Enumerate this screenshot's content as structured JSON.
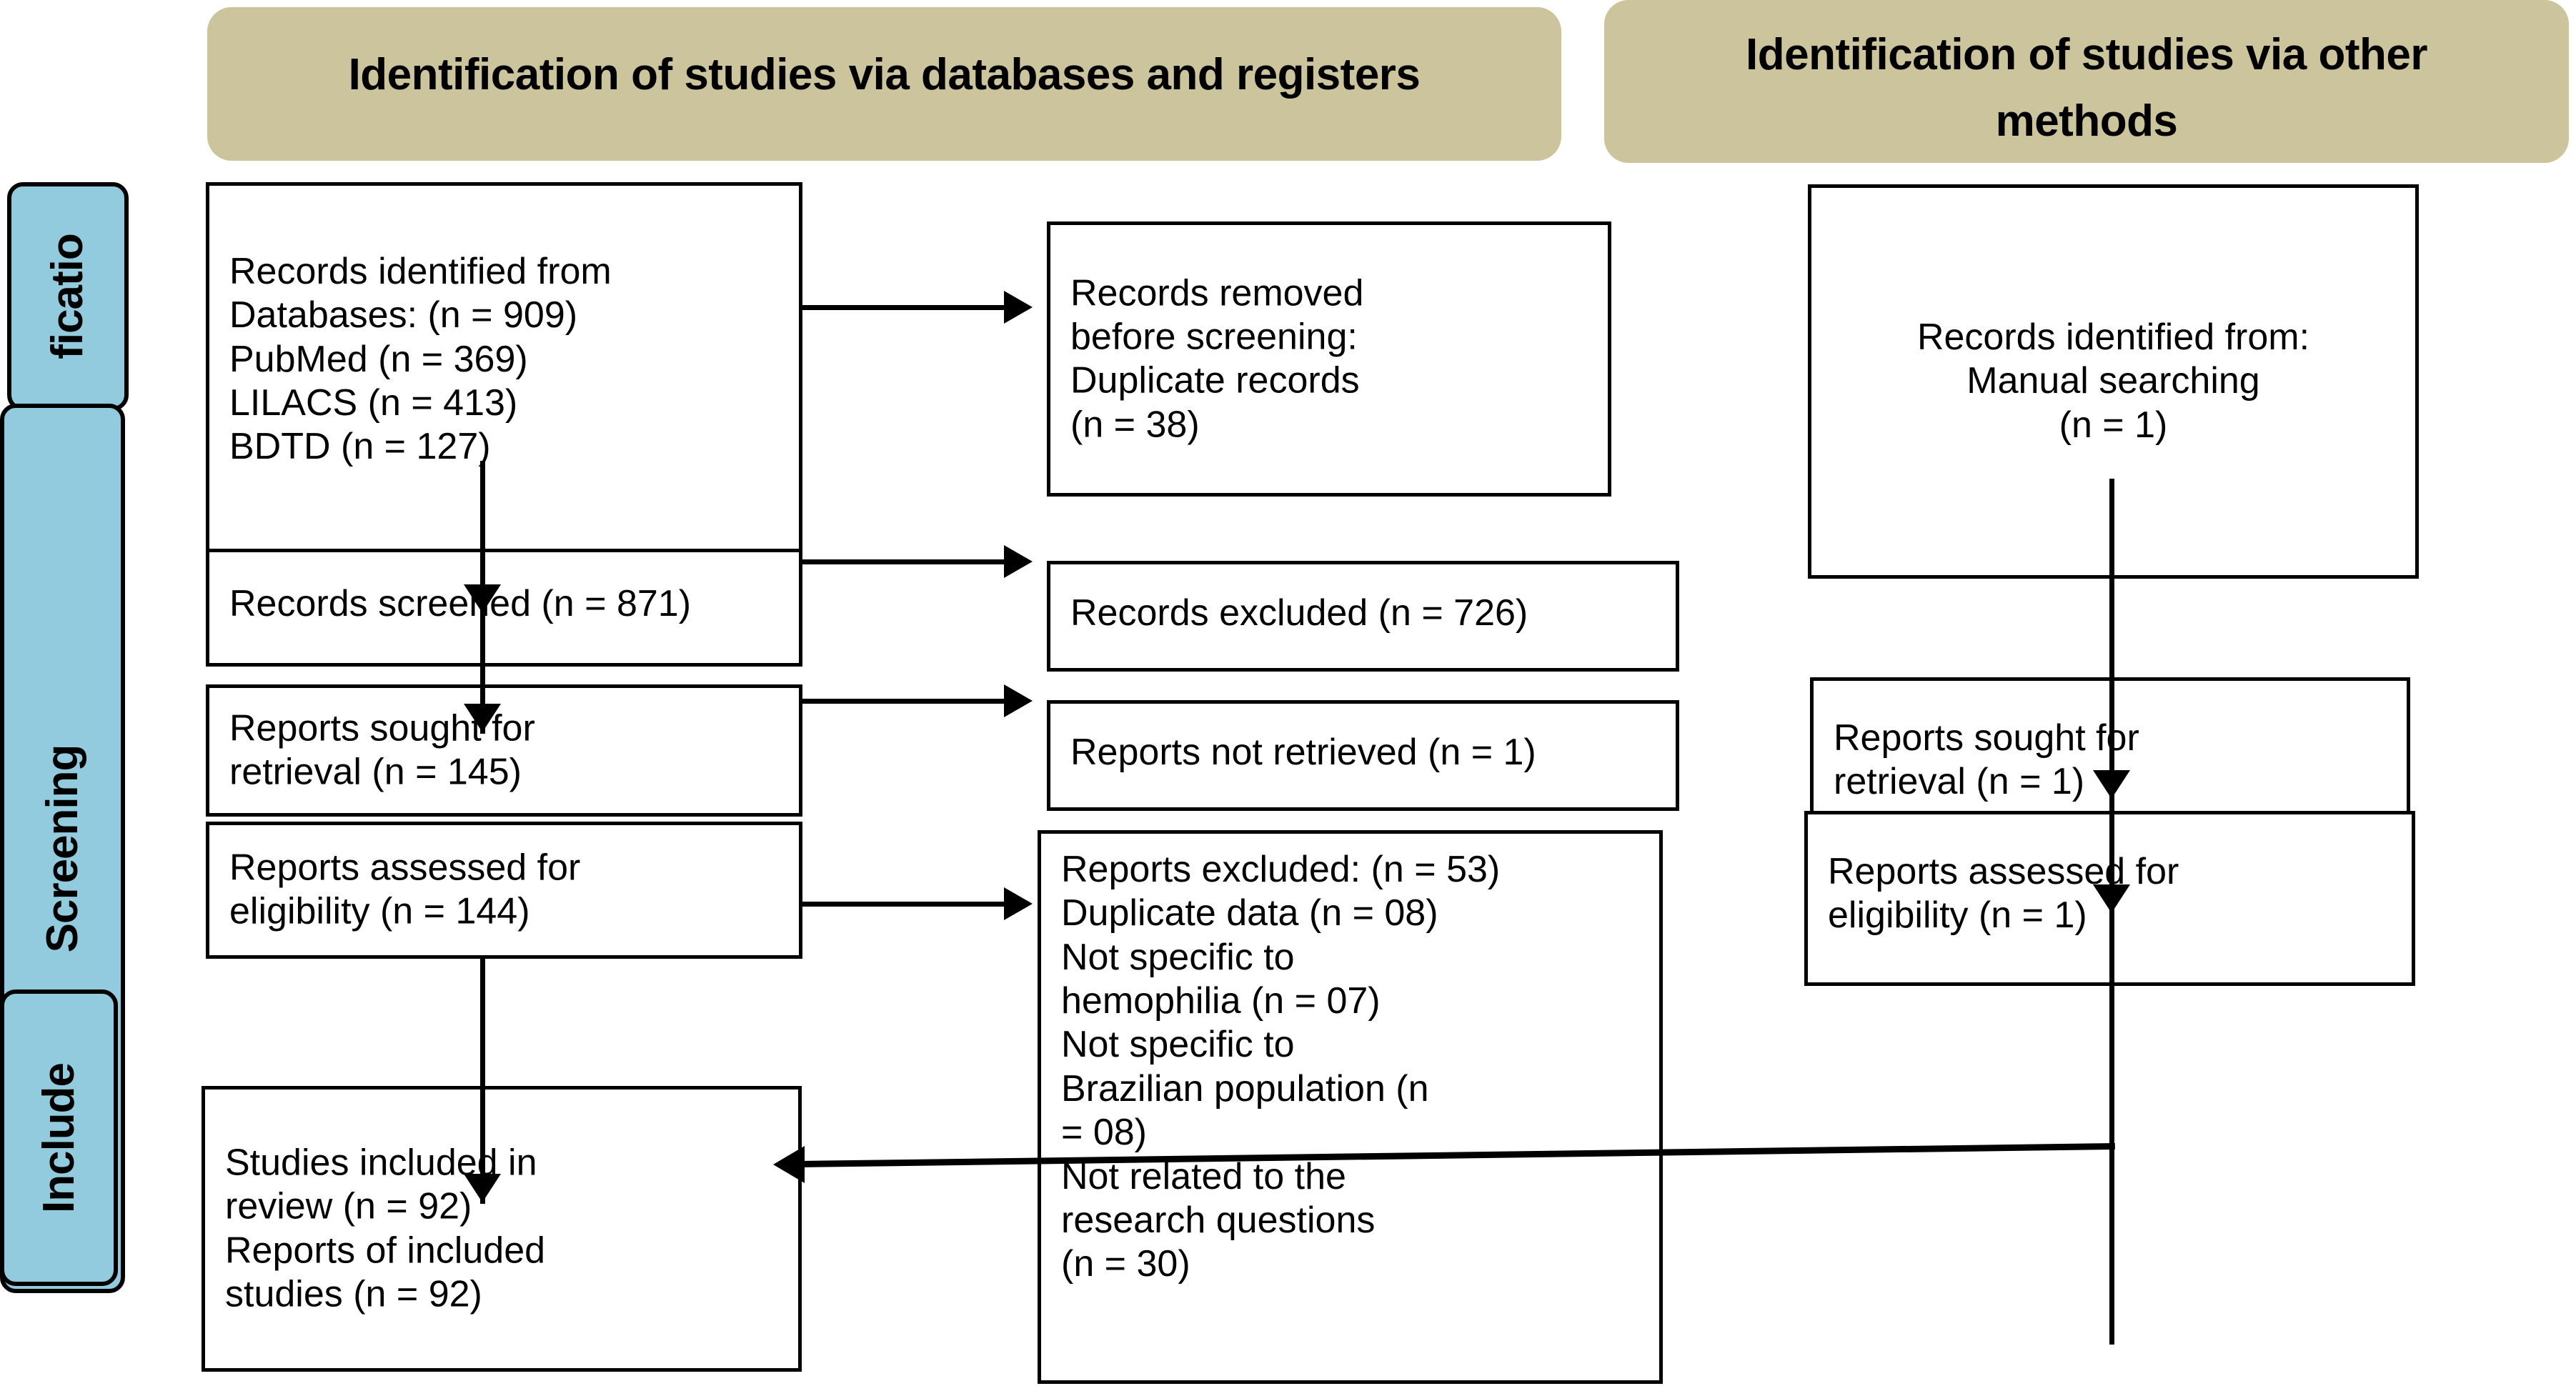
{
  "diagram": {
    "type": "prisma-flow-diagram",
    "accent_tan": "#ccc49c",
    "accent_blue": "#92cbdd",
    "line_color": "#000000",
    "background": "#ffffff"
  },
  "banners": {
    "left": "Identification of studies via databases and registers",
    "right": "Identification of studies via other methods"
  },
  "rails": [
    {
      "label": "ficatio",
      "full": "Identification"
    },
    {
      "label": "Screening",
      "full": "Screening"
    },
    {
      "label": "Include",
      "full": "Included"
    }
  ],
  "boxes": {
    "records_identified": "Records identified from\nDatabases: (n = 909)\n      PubMed (n = 369)\n      LILACS (n = 413)\n      BDTD (n = 127)",
    "records_removed": "Records removed\nbefore screening:\n    Duplicate records\n    (n = 38)",
    "records_screened": "Records screened (n = 871)",
    "records_excluded": "Records excluded (n = 726)",
    "reports_sought": "Reports sought for\nretrieval (n = 145)",
    "reports_not_retrieved": "Reports not retrieved (n = 1)",
    "reports_assessed": "Reports assessed for\neligibility (n = 144)",
    "reports_excluded": "Reports excluded: (n = 53)\n    Duplicate data (n = 08)\n    Not specific to\n    hemophilia (n = 07)\n    Not specific to\n    Brazilian population (n\n    = 08)\n    Not related to the\n    research questions\n    (n = 30)",
    "studies_included": "Studies included in\nreview (n = 92)\nReports of included\nstudies (n = 92)",
    "other_records_identified": "Records identified from:\n      Manual searching\n      (n = 1)",
    "other_reports_sought": "Reports sought for\nretrieval (n = 1)",
    "other_reports_assessed": "Reports assessed for\neligibility (n = 1)"
  },
  "counts": {
    "databases_total": 909,
    "pubmed": 369,
    "lilacs": 413,
    "bdtd": 127,
    "duplicates_removed": 38,
    "records_screened": 871,
    "records_excluded": 726,
    "reports_sought": 145,
    "reports_not_retrieved": 1,
    "reports_assessed": 144,
    "reports_excluded_total": 53,
    "excluded_duplicate_data": 8,
    "excluded_not_hemophilia": 7,
    "excluded_not_brazilian": 8,
    "excluded_not_related": 30,
    "studies_included": 92,
    "reports_of_included_studies": 92,
    "manual_searching": 1,
    "other_reports_sought": 1,
    "other_reports_assessed": 1
  }
}
